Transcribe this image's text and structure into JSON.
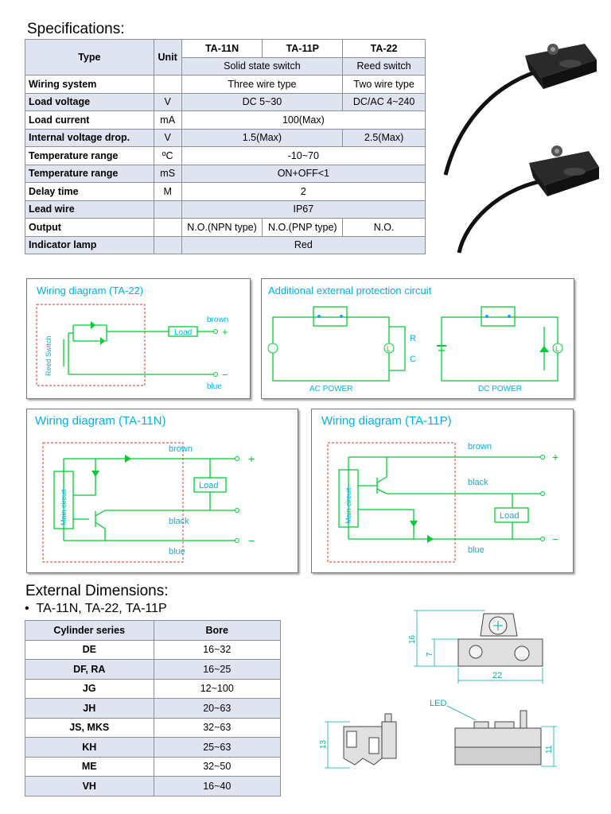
{
  "spec_heading": "Specifications:",
  "spec_table": {
    "type_label": "Type",
    "unit_label": "Unit",
    "models": [
      "TA-11N",
      "TA-11P",
      "TA-22"
    ],
    "switch_types": [
      "Solid state switch",
      "Reed switch"
    ],
    "rows": [
      {
        "label": "Wiring system",
        "unit": "",
        "v1": "Three wire type",
        "v2": "Two wire type"
      },
      {
        "label": "Load voltage",
        "unit": "V",
        "v1": "DC 5~30",
        "v2": "DC/AC 4~240"
      },
      {
        "label": "Load current",
        "unit": "mA",
        "v1": "100(Max)"
      },
      {
        "label": "Internal voltage drop.",
        "unit": "V",
        "v1": "1.5(Max)",
        "v2": "2.5(Max)"
      },
      {
        "label": "Temperature range",
        "unit": "ºC",
        "v1": "-10~70"
      },
      {
        "label": "Temperature range",
        "unit": "mS",
        "v1": "ON+OFF<1"
      },
      {
        "label": "Delay time",
        "unit": "M",
        "v1": "2"
      },
      {
        "label": "Lead wire",
        "unit": "",
        "v1": "IP67"
      },
      {
        "label": "Output",
        "unit": "",
        "v1": "N.O.(NPN type)",
        "v2": "N.O.(PNP type)",
        "v3": "N.O."
      },
      {
        "label": "Indicator lamp",
        "unit": "",
        "v1": "Red"
      }
    ]
  },
  "diagrams": {
    "ta22": {
      "title": "Wiring diagram (TA-22)",
      "brown": "brown",
      "blue": "blue",
      "load": "Load",
      "reed": "Reed Switch",
      "plus": "+",
      "minus": "−"
    },
    "protection": {
      "title": "Additional external protection circuit",
      "ac": "AC POWER",
      "dc": "DC POWER",
      "r": "R",
      "c": "C",
      "l": "L"
    },
    "ta11n": {
      "title": "Wiring diagram (TA-11N)",
      "brown": "brown",
      "black": "black",
      "blue": "blue",
      "load": "Load",
      "main": "Main circuit",
      "plus": "+",
      "minus": "−"
    },
    "ta11p": {
      "title": "Wiring diagram (TA-11P)",
      "brown": "brown",
      "black": "black",
      "blue": "blue",
      "load": "Load",
      "main": "Main circuit",
      "plus": "+",
      "minus": "−"
    }
  },
  "dims_heading": "External Dimensions:",
  "dims_bullet": "TA-11N, TA-22, TA-11P",
  "dims_table": {
    "headers": [
      "Cylinder series",
      "Bore"
    ],
    "rows": [
      [
        "DE",
        "16~32"
      ],
      [
        "DF, RA",
        "16~25"
      ],
      [
        "JG",
        "12~100"
      ],
      [
        "JH",
        "20~63"
      ],
      [
        "JS, MKS",
        "32~63"
      ],
      [
        "KH",
        "25~63"
      ],
      [
        "ME",
        "32~50"
      ],
      [
        "VH",
        "16~40"
      ]
    ]
  },
  "drawing": {
    "d16": "16",
    "d7": "7",
    "d22": "22",
    "led": "LED",
    "d13": "13",
    "d11": "11"
  },
  "colors": {
    "wire": "#00cc33",
    "label": "#00b0e8",
    "frame": "#e53030",
    "table_alt": "#dfe4f0"
  }
}
